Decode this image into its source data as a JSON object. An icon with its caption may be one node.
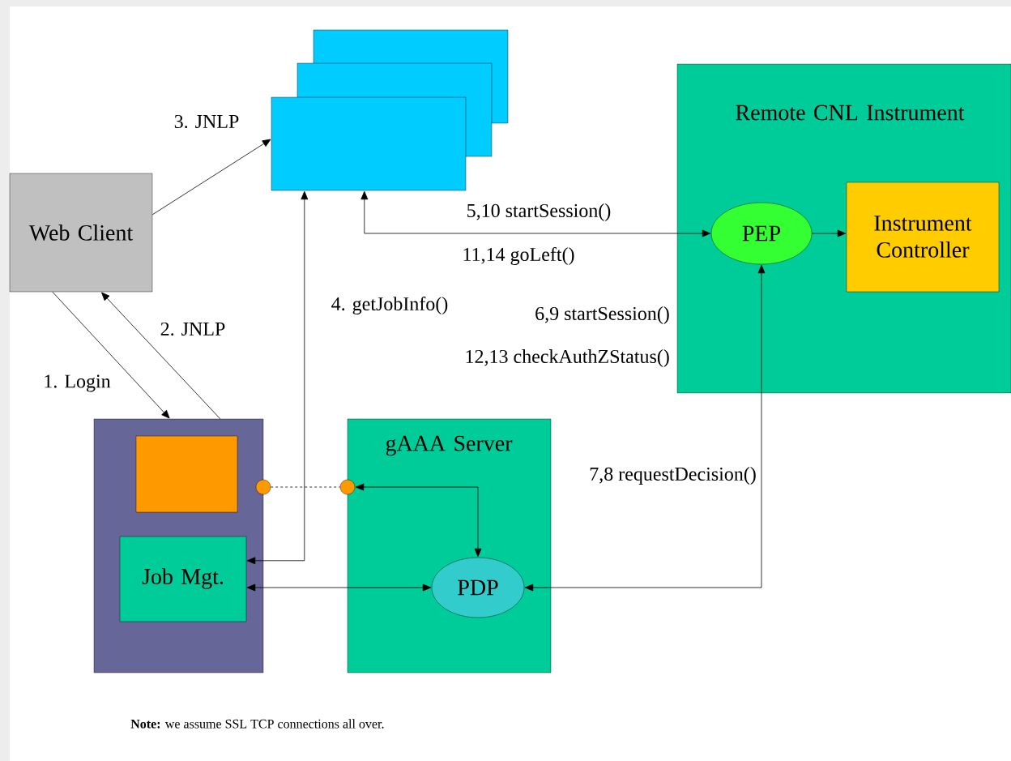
{
  "diagram": {
    "caption": "**Note:** we assume SSL TCP connections all over.",
    "nodes": [
      {
        "text": [
          "Web Client"
        ]
      },
      {
        "text": [],
        "shape": "box"
      },
      {
        "text": [
          "Remote CNL Instrument"
        ]
      },
      {
        "text": [
          "PEP"
        ],
        "in": 2
      },
      {
        "text": [
          "Instrument Controller"
        ],
        "in": 2
      },
      {
        "text": [],
        "shape": "box"
      },
      {
        "text": [],
        "shape": "box",
        "in": 5
      },
      {
        "text": [
          "Job Mgt."
        ],
        "in": 5
      },
      {
        "text": [
          "gAAA Server"
        ]
      },
      {
        "text": [
          "PDP"
        ],
        "in": 8
      },
      {
        "text": [],
        "shape": "circle"
      },
      {
        "text": [],
        "shape": "circle"
      }
    ],
    "edges": [
      {
        "from": 0,
        "to": 1,
        "arrow": "to",
        "label": "3. JNLP"
      },
      {
        "from": 0,
        "to": 5,
        "arrow": "to",
        "label": "1. Login"
      },
      {
        "from": 5,
        "to": 0,
        "arrow": "to",
        "label": "2. JNLP"
      },
      {
        "from": 1,
        "to": 3,
        "arrow": "both",
        "label": "5,10 startSession()"
      },
      {
        "from": 7,
        "to": 1,
        "arrow": "both",
        "label": "4. getJobInfo()"
      },
      {
        "from": 3,
        "to": 4,
        "arrow": "to"
      },
      {
        "from": 7,
        "to": 9,
        "arrow": "both"
      },
      {
        "from": 9,
        "to": 3,
        "arrow": "both",
        "label": "7,8 requestDecision()"
      },
      {
        "from": 10,
        "to": 11,
        "arrow": "none",
        "style": "dashed"
      },
      {
        "from": 11,
        "to": 9,
        "arrow": "both"
      }
    ],
    "labels": [
      "11,14 goLeft()",
      "6,9 startSession()",
      "12,13 checkAuthZStatus()"
    ]
  }
}
